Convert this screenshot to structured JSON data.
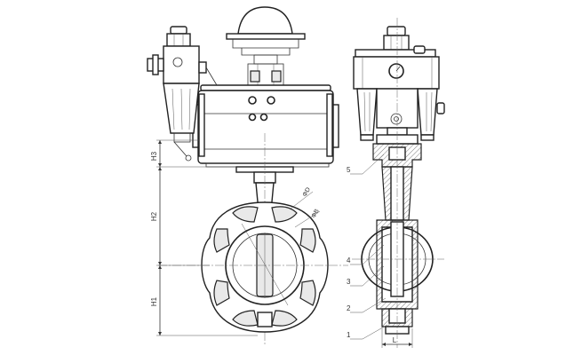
{
  "dimensions": {
    "h_top": "H3",
    "h_mid": "H2",
    "h_bot": "H1",
    "bolt_circle": "ΦD",
    "outer_dia": "ΦB",
    "face_length": "L"
  },
  "callouts": [
    "5",
    "4",
    "3",
    "2",
    "1"
  ]
}
